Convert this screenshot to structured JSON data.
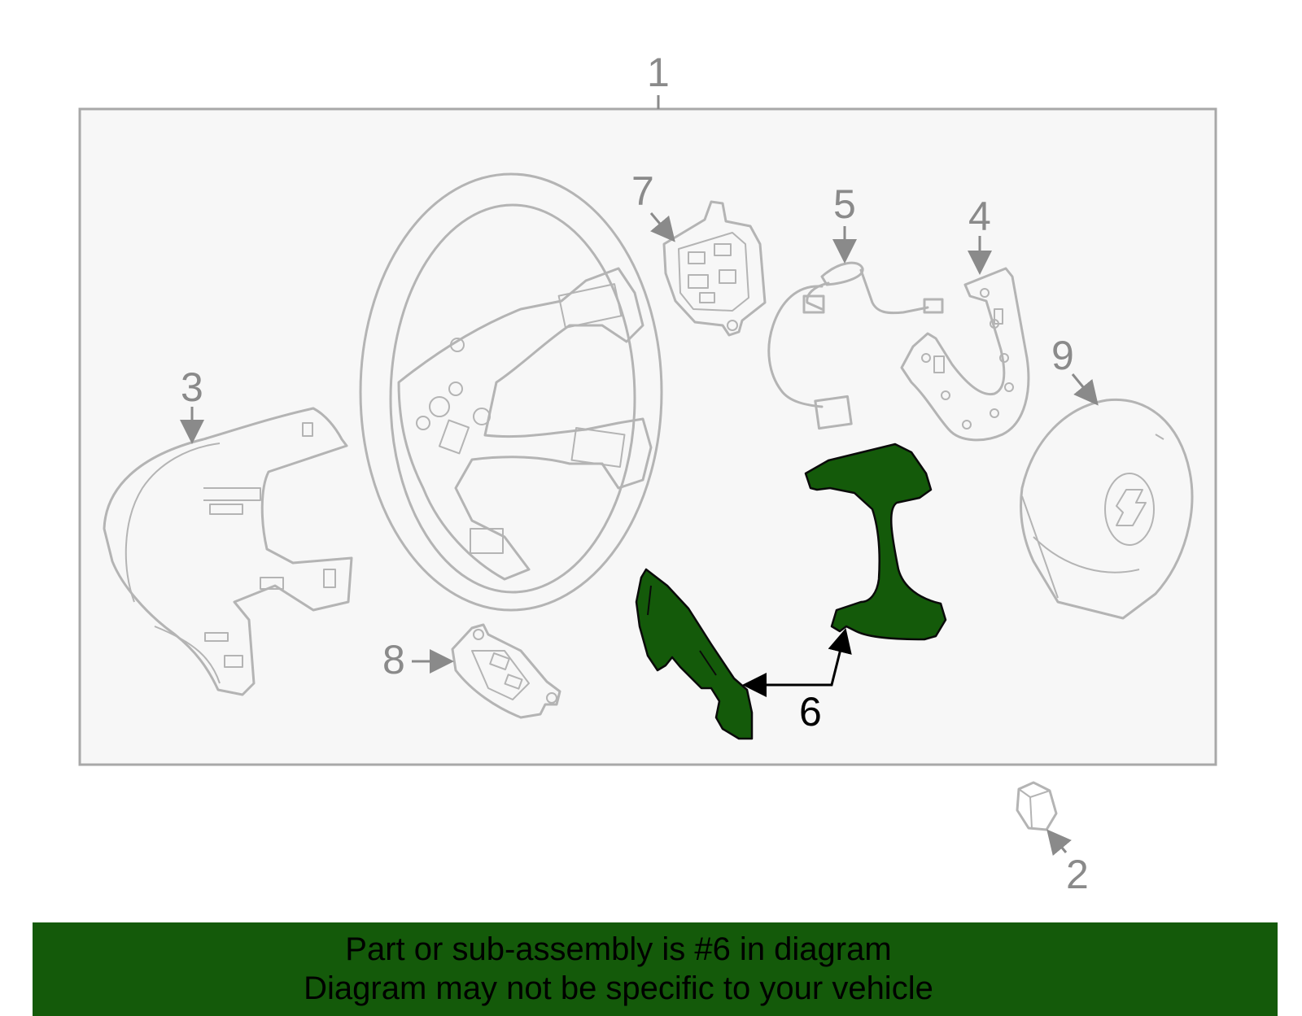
{
  "diagram": {
    "callouts": {
      "c1": "1",
      "c2": "2",
      "c3": "3",
      "c4": "4",
      "c5": "5",
      "c6": "6",
      "c7": "7",
      "c8": "8",
      "c9": "9"
    },
    "highlight_part": "6",
    "colors": {
      "highlight": "#145a0a",
      "part_outline": "#b4b4b4",
      "callout_text": "#8a8a8a",
      "panel_background": "#f7f7f7"
    }
  },
  "banner": {
    "line1": "Part or sub-assembly is #6 in diagram",
    "line2": "Diagram may not be specific to your vehicle"
  }
}
